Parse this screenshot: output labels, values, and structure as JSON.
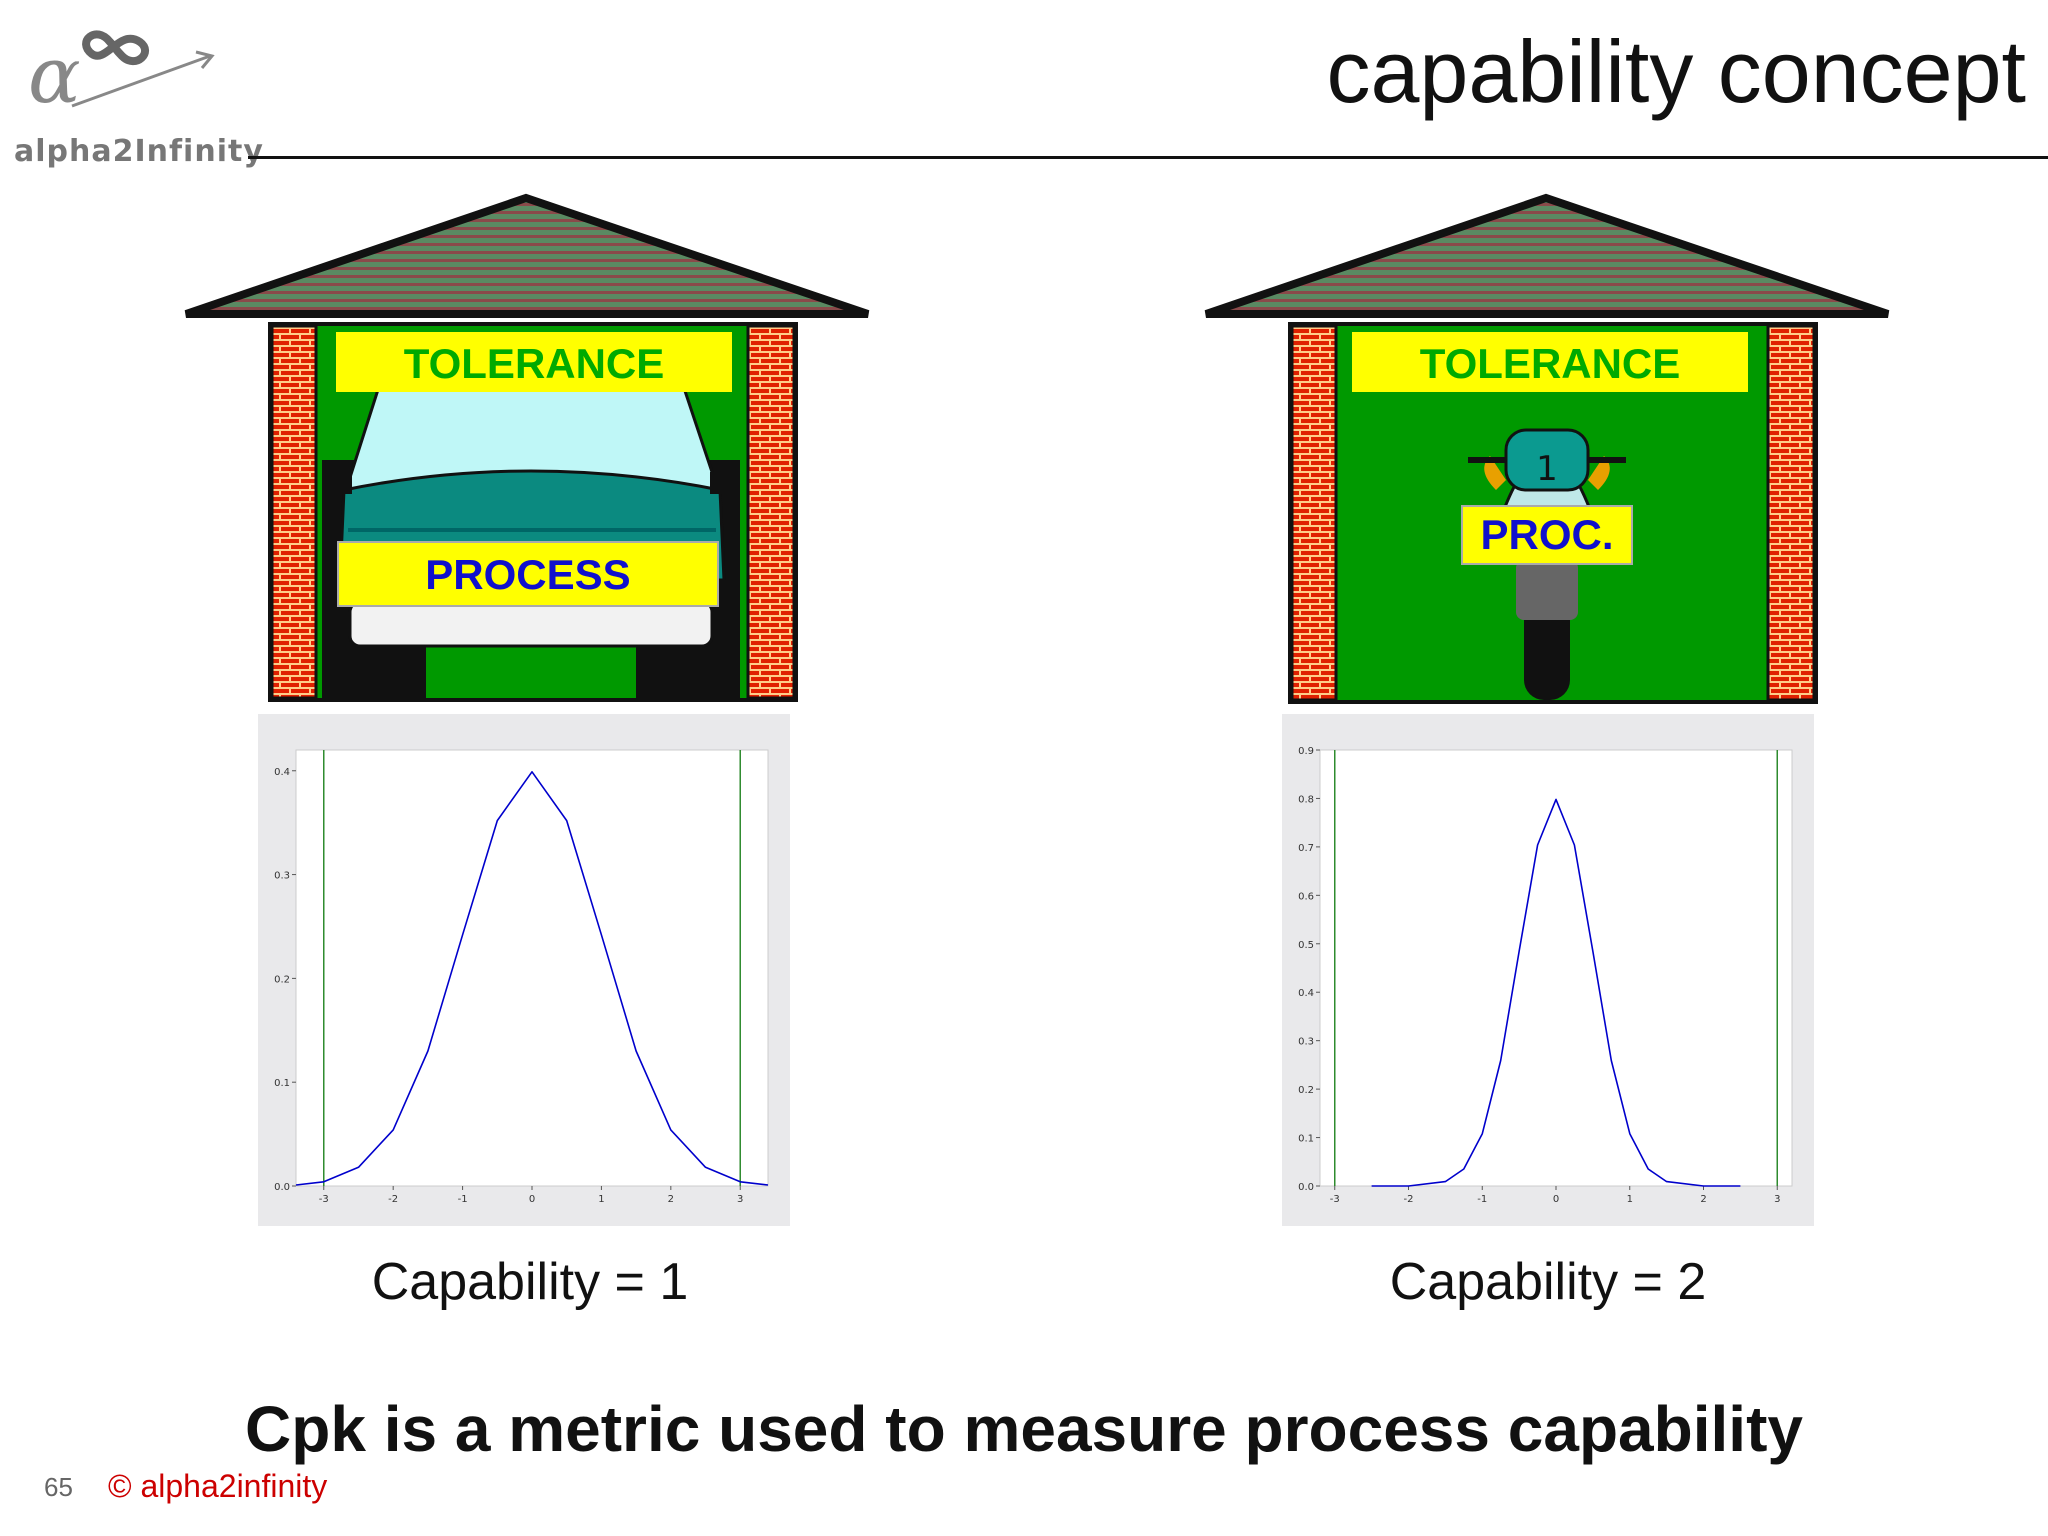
{
  "header": {
    "title": "capability concept",
    "logo_text": "alpha2Infinity"
  },
  "garages": [
    {
      "tolerance_label": "TOLERANCE",
      "process_label": "PROCESS",
      "vehicle_icon": "car-icon"
    },
    {
      "tolerance_label": "TOLERANCE",
      "process_label": "PROC.",
      "vehicle_icon": "motorcycle-icon"
    }
  ],
  "captions": [
    "Capability = 1",
    "Capability = 2"
  ],
  "footer": {
    "statement": "Cpk is a metric used to measure process capability",
    "page_number": "65",
    "copyright": "© alpha2infinity"
  },
  "colors": {
    "garage_green": "#009900",
    "tolerance_yellow": "#ffff00",
    "tolerance_text": "#00aa00",
    "process_text": "#1010cc",
    "brick": "#e02000",
    "roof": "#4a7a5a",
    "curve": "#0000cc",
    "spec_limit": "#2e8b2e"
  },
  "chart_data": [
    {
      "type": "line",
      "title": "",
      "xlabel": "",
      "ylabel": "",
      "xlim": [
        -3.4,
        3.4
      ],
      "ylim": [
        0,
        0.42
      ],
      "x_ticks": [
        "-3",
        "-2",
        "-1",
        "0",
        "1",
        "2",
        "3"
      ],
      "y_ticks": [
        "0.0",
        "0.1",
        "0.2",
        "0.3",
        "0.4"
      ],
      "series": [
        {
          "x": [
            -3.4,
            -3.0,
            -2.5,
            -2.0,
            -1.5,
            -1.0,
            -0.5,
            0.0,
            0.5,
            1.0,
            1.5,
            2.0,
            2.5,
            3.0,
            3.4
          ],
          "y": [
            0.001,
            0.004,
            0.018,
            0.054,
            0.13,
            0.242,
            0.352,
            0.399,
            0.352,
            0.242,
            0.13,
            0.054,
            0.018,
            0.004,
            0.001
          ]
        }
      ],
      "spec_limits": [
        -3,
        3
      ],
      "grid": false
    },
    {
      "type": "line",
      "title": "",
      "xlabel": "",
      "ylabel": "",
      "xlim": [
        -3.2,
        3.2
      ],
      "ylim": [
        0,
        0.9
      ],
      "x_ticks": [
        "-3",
        "-2",
        "-1",
        "0",
        "1",
        "2",
        "3"
      ],
      "y_ticks": [
        "0.0",
        "0.1",
        "0.2",
        "0.3",
        "0.4",
        "0.5",
        "0.6",
        "0.7",
        "0.8",
        "0.9"
      ],
      "series": [
        {
          "x": [
            -2.5,
            -2.0,
            -1.5,
            -1.25,
            -1.0,
            -0.75,
            -0.5,
            -0.25,
            0.0,
            0.25,
            0.5,
            0.75,
            1.0,
            1.25,
            1.5,
            2.0,
            2.5
          ],
          "y": [
            0.0,
            0.0,
            0.009,
            0.035,
            0.108,
            0.259,
            0.484,
            0.704,
            0.798,
            0.704,
            0.484,
            0.259,
            0.108,
            0.035,
            0.009,
            0.0,
            0.0
          ]
        }
      ],
      "spec_limits": [
        -3,
        3
      ],
      "grid": false
    }
  ]
}
